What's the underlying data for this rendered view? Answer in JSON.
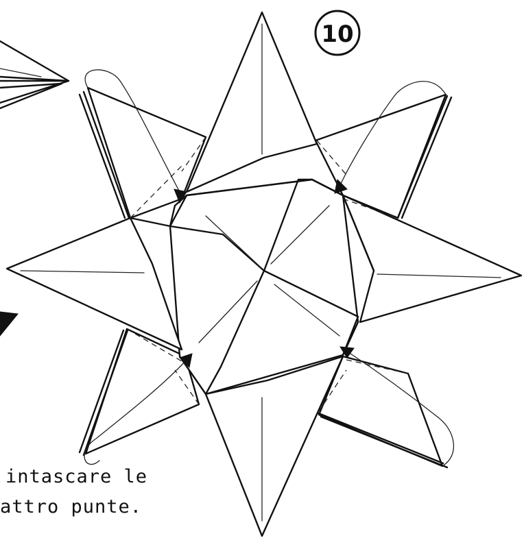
{
  "step": {
    "number": "10"
  },
  "caption": {
    "line1": "intascare le",
    "line2": "attro punte."
  },
  "colors": {
    "ink": "#111111",
    "paper": "#ffffff"
  }
}
